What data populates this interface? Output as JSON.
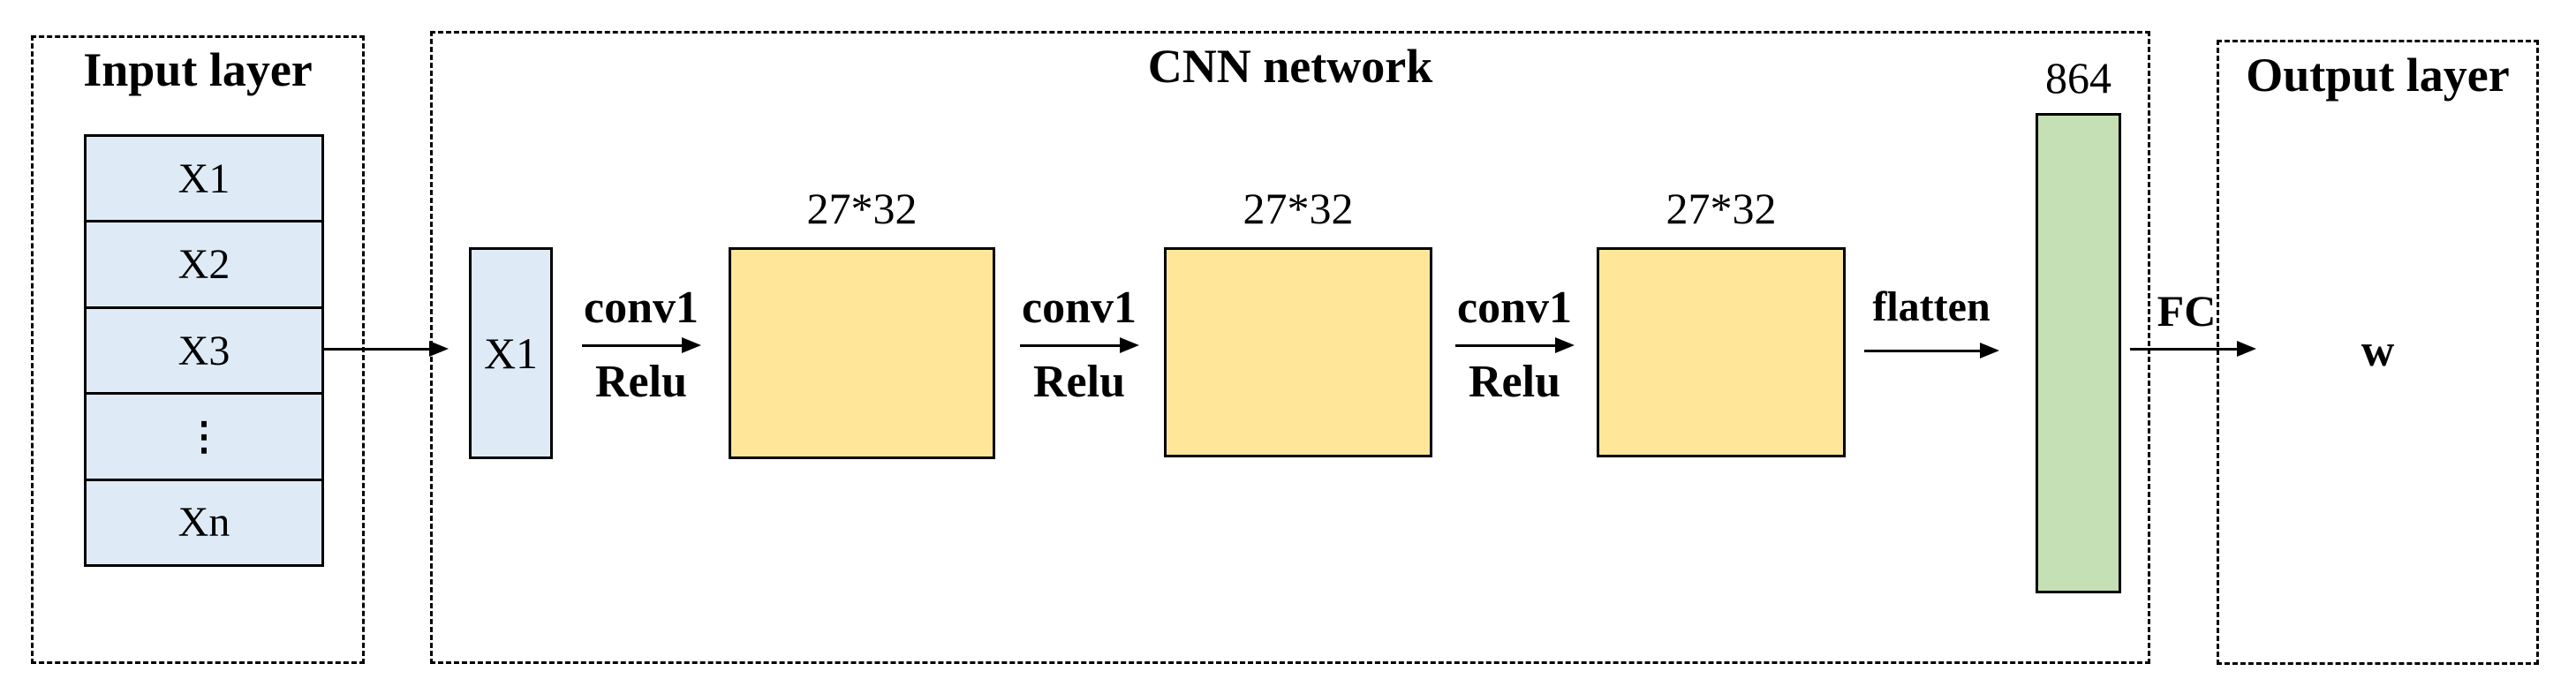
{
  "colors": {
    "cell_blue": "#DEEBF7",
    "conv_yellow": "#FFE699",
    "vector_green": "#C5E0B4",
    "line_black": "#000000"
  },
  "input_layer": {
    "title": "Input layer",
    "cells": [
      "X1",
      "X2",
      "X3",
      "⋮",
      "Xn"
    ]
  },
  "cnn_network": {
    "title": "CNN network",
    "input_feature": {
      "label": "X1"
    },
    "conv_steps": [
      {
        "op": "conv1",
        "activation": "Relu"
      },
      {
        "op": "conv1",
        "activation": "Relu"
      },
      {
        "op": "conv1",
        "activation": "Relu"
      }
    ],
    "feature_maps": [
      {
        "size_label": "27*32"
      },
      {
        "size_label": "27*32"
      },
      {
        "size_label": "27*32"
      }
    ],
    "flatten_label": "flatten",
    "flat_vector": {
      "size_label": "864"
    },
    "fc_label": "FC"
  },
  "output_layer": {
    "title": "Output layer",
    "output_label": "w"
  }
}
